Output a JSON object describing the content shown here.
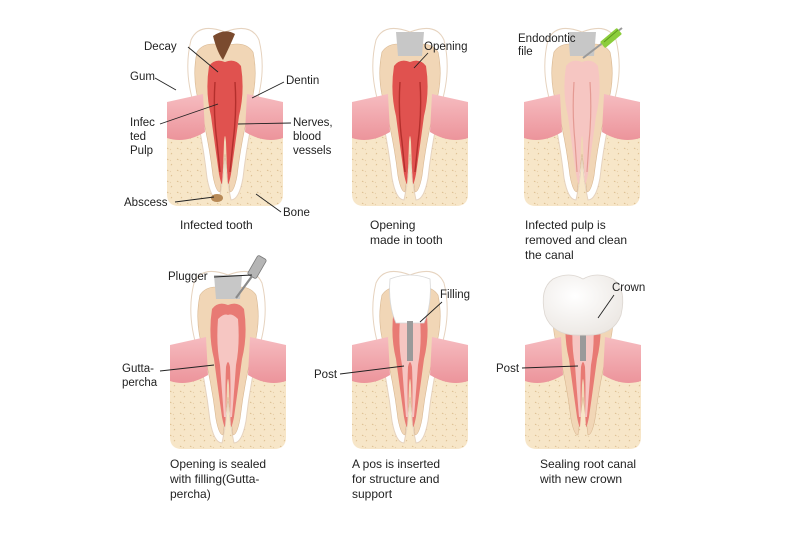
{
  "panels": [
    {
      "caption": [
        "Infected tooth"
      ]
    },
    {
      "caption": [
        "Opening",
        "made in tooth"
      ]
    },
    {
      "caption": [
        "Infected pulp is",
        "removed and clean",
        "the canal"
      ]
    },
    {
      "caption": [
        "Opening is sealed",
        "with filling(Gutta-",
        "percha)"
      ]
    },
    {
      "caption": [
        "A pos is inserted",
        "for structure and",
        "support"
      ]
    },
    {
      "caption": [
        "Sealing root canal",
        "with new crown"
      ]
    }
  ],
  "labels": {
    "decay": [
      "Decay"
    ],
    "gum": [
      "Gum"
    ],
    "dentin": [
      "Dentin"
    ],
    "infected_pulp": [
      "Infec",
      "ted",
      "Pulp"
    ],
    "nerves": [
      "Nerves,",
      "blood",
      "vessels"
    ],
    "abscess": [
      "Abscess"
    ],
    "bone": [
      "Bone"
    ],
    "opening": [
      "Opening"
    ],
    "endodontic_file": [
      "Endodontic",
      "file"
    ],
    "plugger": [
      "Plugger"
    ],
    "gutta_percha": [
      "Gutta-",
      "percha"
    ],
    "filling": [
      "Filling"
    ],
    "post_1": [
      "Post"
    ],
    "post_2": [
      "Post"
    ],
    "crown": [
      "Crown"
    ]
  },
  "colors": {
    "bone": "#f7e6c8",
    "bone_dots": "#d9b98a",
    "gum": "#f0a7ad",
    "enamel": "#ffffff",
    "dentin": "#f1d6b6",
    "pulp": "#f6c6c2",
    "infected_pulp": "#e0524f",
    "gutta_percha": "#e87a74",
    "filling": "#c7c7c7",
    "post": "#9a9a9a",
    "crown": "#fbfbfb",
    "file_green": "#8ccd3c"
  }
}
